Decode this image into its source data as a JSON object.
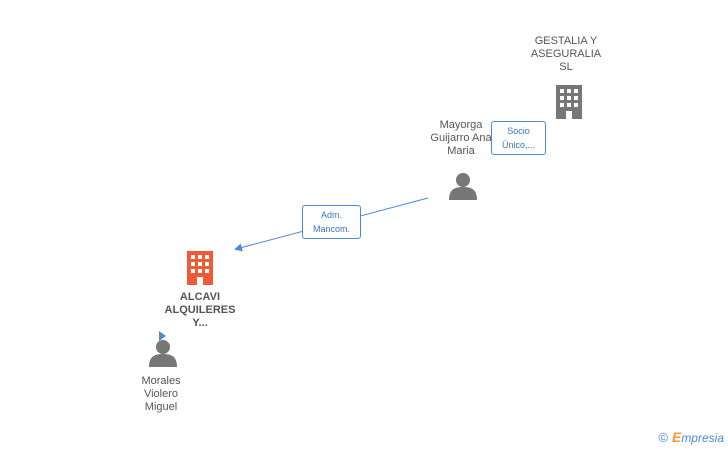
{
  "nodes": {
    "gestalia": {
      "label": "GESTALIA Y\nASEGURALIA\nSL",
      "icon": "building-icon",
      "color": "#777777"
    },
    "mayorga": {
      "label": "Mayorga\nGuijarro Ana\nMaria",
      "icon": "person-icon",
      "color": "#777777"
    },
    "alcavi": {
      "label": "ALCAVI\nALQUILERES\nY...",
      "icon": "building-icon",
      "color": "#f15a37"
    },
    "morales": {
      "label": "Morales\nViolero\nMiguel",
      "icon": "person-icon",
      "color": "#777777"
    }
  },
  "edges": {
    "socio": {
      "label": "Socio\nÚnico,..."
    },
    "adm": {
      "label": "Adm.\nMancom."
    }
  },
  "colors": {
    "edge": "#4a88d8"
  },
  "footer": {
    "copyright": "©",
    "brand_initial": "E",
    "brand_rest": "mpresia"
  }
}
